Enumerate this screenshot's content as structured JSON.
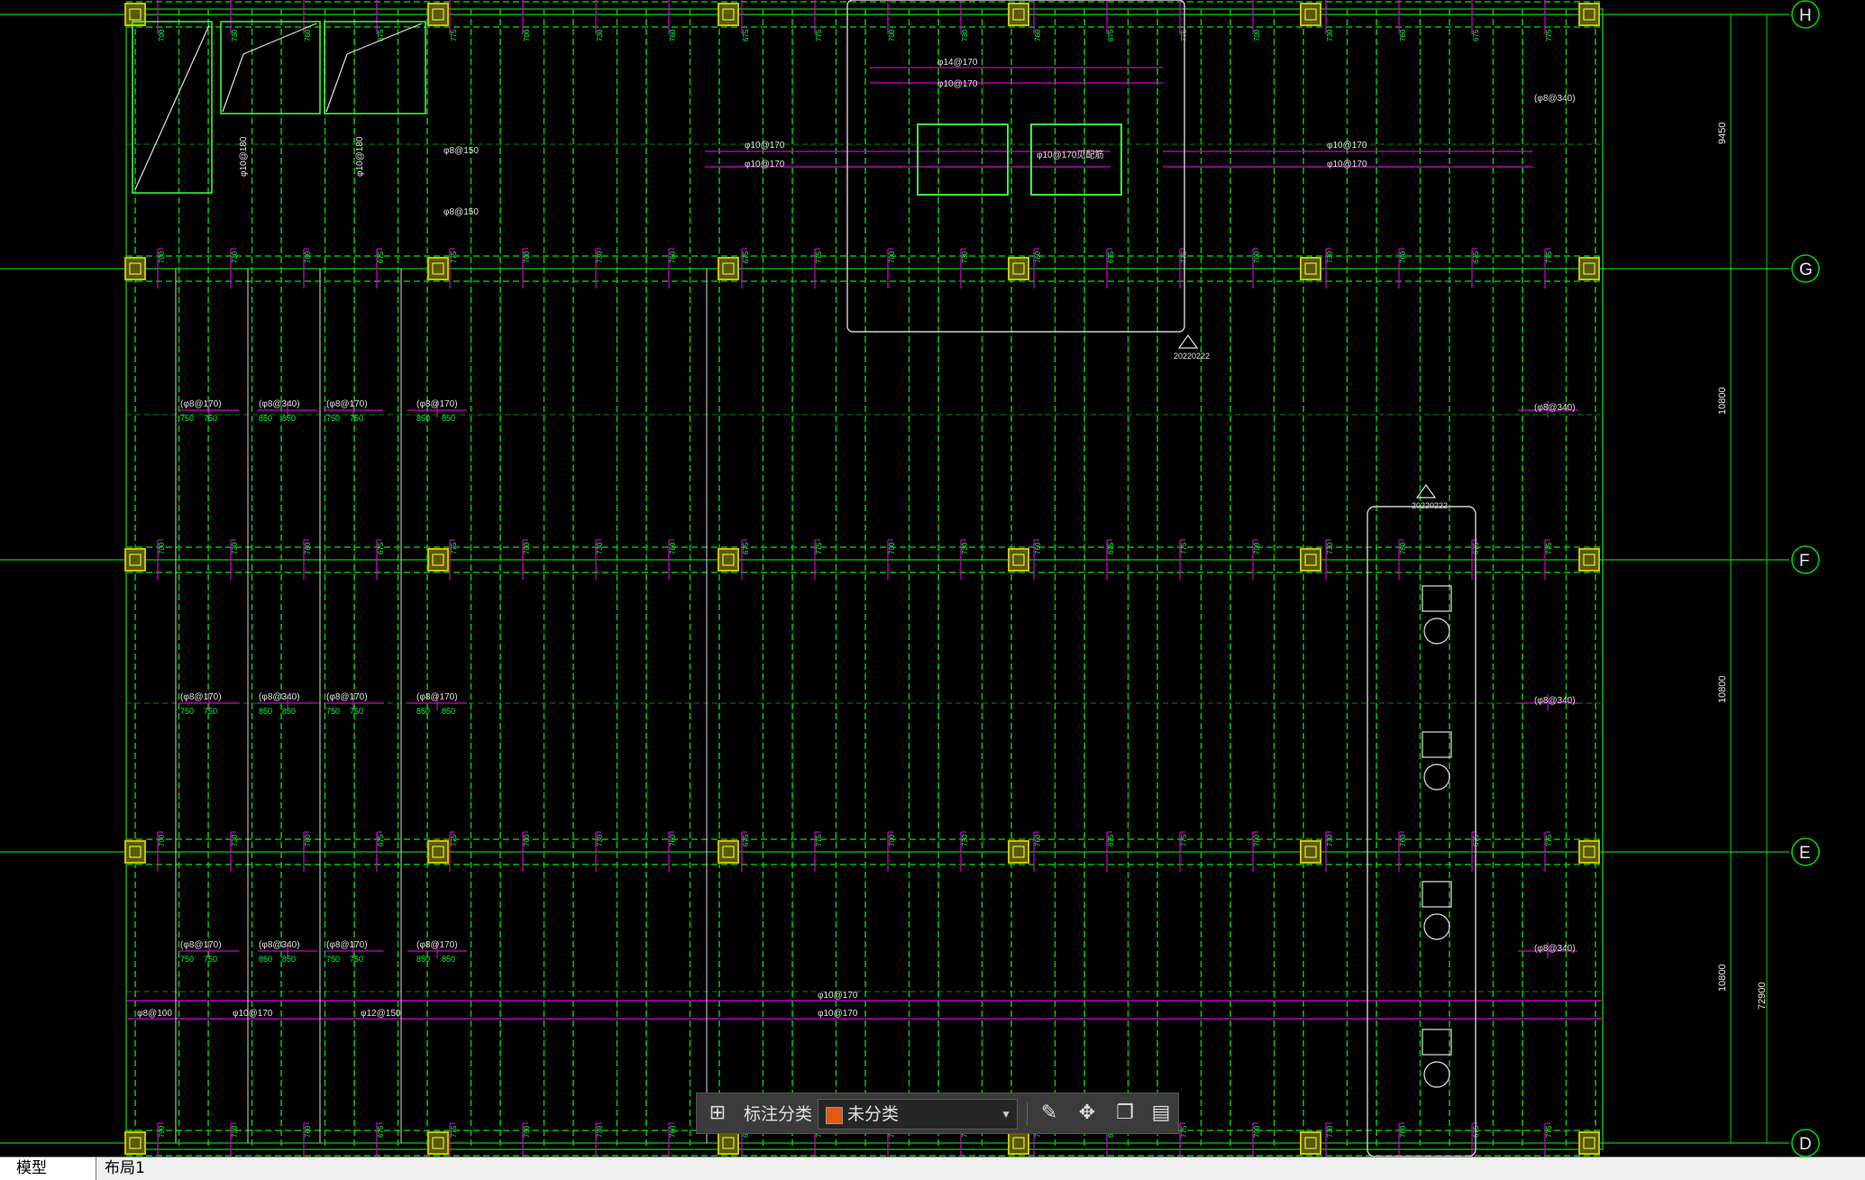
{
  "grid_axes": [
    {
      "label": "H"
    },
    {
      "label": "G"
    },
    {
      "label": "F"
    },
    {
      "label": "E"
    },
    {
      "label": "D"
    }
  ],
  "dimensions": [
    "9450",
    "10800",
    "10800",
    "10800",
    "72900"
  ],
  "rebar_labels": {
    "top_left": [
      "φ10@180",
      "φ10@180",
      "φ8@150",
      "φ8@150"
    ],
    "top_center": [
      "φ14@170",
      "φ10@170",
      "φ10@170",
      "φ10@170",
      "φ10@170见配筋"
    ],
    "top_right": [
      "φ10@170",
      "φ10@170",
      "(φ8@340)"
    ],
    "left_bays": [
      "(φ8@170)",
      "(φ8@340)",
      "(φ8@170)",
      "(φ8@170)"
    ],
    "right_bays": [
      "(φ8@340)"
    ],
    "bottom_row": [
      "φ8@100",
      "φ10@170",
      "φ12@150",
      "φ10@170",
      "φ10@170"
    ],
    "dims_small": [
      "750",
      "750",
      "850",
      "850",
      "675",
      "775",
      "700",
      "730",
      "760"
    ]
  },
  "revision_marks": [
    "20220222",
    "20220222"
  ],
  "toolbar": {
    "group_icon": "group-grid-icon",
    "label": "标注分类",
    "select_value": "未分类",
    "swatch_color": "#e05a10",
    "edit_icon": "edit-icon",
    "move_icon": "move-icon",
    "copy_icon": "copy-icon",
    "paste_icon": "paste-icon"
  },
  "tabs": {
    "model": "模型",
    "layout1": "布局1"
  },
  "colors": {
    "grid_line": "#00d000",
    "beam": "#00c000",
    "rebar": "#d200d2",
    "column": "#c8c000",
    "background": "#000000"
  }
}
